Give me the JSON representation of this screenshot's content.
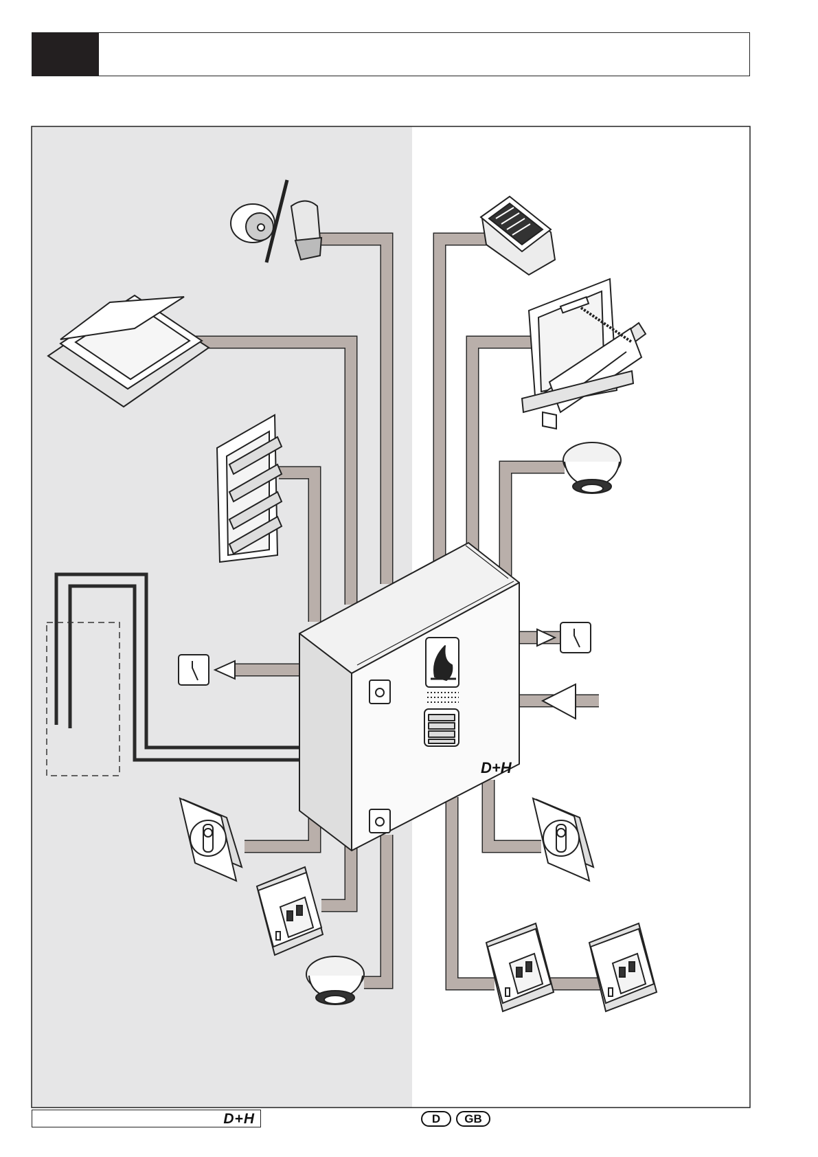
{
  "header": {
    "title": ""
  },
  "cabinet": {
    "logo": "D+H"
  },
  "footer": {
    "logo": "D+H",
    "lang_left": "D",
    "lang_right": "GB"
  },
  "colors": {
    "cable": "#b9afaa",
    "cable_edge": "#2a2a2a",
    "left_panel": "#e6e6e7",
    "frame": "#222222"
  }
}
